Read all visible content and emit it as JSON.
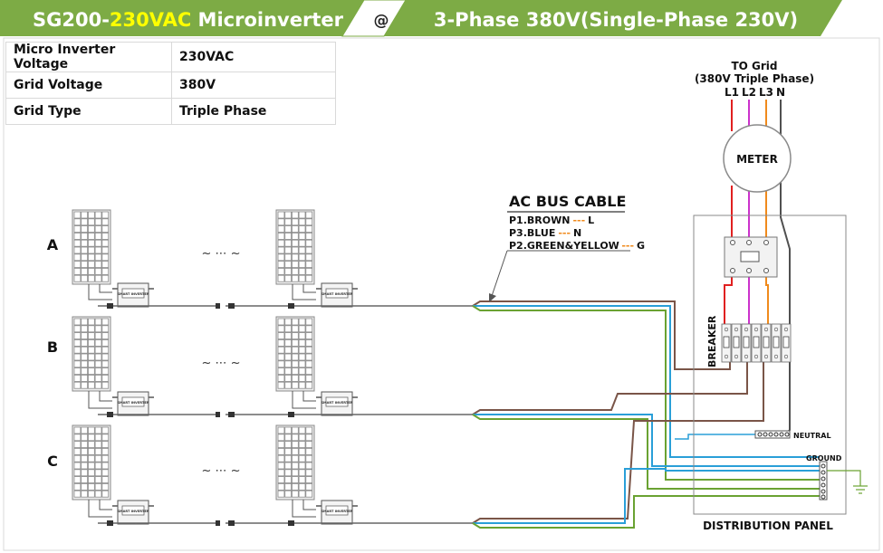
{
  "banner": {
    "left_prefix": "SG200-",
    "left_highlight": "230VAC",
    "left_suffix": " Microinverter",
    "at_symbol": "@",
    "right_title": "3-Phase 380V(Single-Phase 230V)"
  },
  "spec_table": {
    "rows": [
      {
        "key": "Micro Inverter Voltage",
        "value": "230VAC"
      },
      {
        "key": "Grid  Voltage",
        "value": "380V"
      },
      {
        "key": "Grid Type",
        "value": "Triple Phase"
      }
    ]
  },
  "rows": [
    "A",
    "B",
    "C"
  ],
  "ellipsis": "~ ⋯ ~",
  "inverter_label": "SMART INVERTER",
  "cable": {
    "title": "AC BUS CABLE",
    "lines": [
      {
        "name": "P1.BROWN",
        "dash": "---",
        "code": "L"
      },
      {
        "name": "P3.BLUE",
        "dash": "---",
        "code": "N"
      },
      {
        "name": "P2.GREEN&YELLOW",
        "dash": "---",
        "code": "G"
      }
    ]
  },
  "grid": {
    "title": "TO Grid",
    "subtitle": "(380V Triple Phase)",
    "phases": [
      "L1",
      "L2",
      "L3",
      "N"
    ]
  },
  "meter_label": "METER",
  "breaker_label": "BREAKER",
  "neutral_label": "NEUTRAL",
  "ground_label": "GROUND",
  "panel_label": "DISTRIBUTION PANEL",
  "colors": {
    "banner_green": "#7dab45",
    "highlight_yellow": "#ffff00",
    "l1_red": "#e02020",
    "l2_magenta": "#cc33cc",
    "l3_orange": "#f08a1c",
    "neutral_gray": "#505050",
    "brown": "#7a5548",
    "blue": "#2a9fd8",
    "green": "#6aa232"
  }
}
